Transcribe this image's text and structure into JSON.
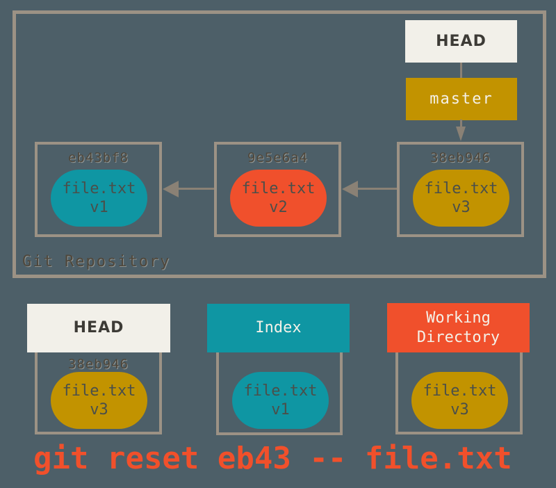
{
  "colors": {
    "background": "#4d5f68",
    "box_border": "#9c9285",
    "arrow_line": "#8a8175",
    "teal": "#0f96a3",
    "orange_red": "#f0502c",
    "gold": "#c29300",
    "off_white": "#f2f0e9",
    "hash_text": "#4f473b",
    "blob_text": "#4a4f4a",
    "command_text": "#f1502b"
  },
  "repo": {
    "label": "Git Repository",
    "head_label": "HEAD",
    "branch_label": "master",
    "commits": [
      {
        "hash": "eb43bf8",
        "file": "file.txt",
        "version": "v1",
        "blob_color": "teal"
      },
      {
        "hash": "9e5e6a4",
        "file": "file.txt",
        "version": "v2",
        "blob_color": "orange_red"
      },
      {
        "hash": "38eb946",
        "file": "file.txt",
        "version": "v3",
        "blob_color": "gold"
      }
    ]
  },
  "areas": [
    {
      "title": "HEAD",
      "hash": "38eb946",
      "file": "file.txt",
      "version": "v3",
      "blob_color": "gold",
      "header_color": "off_white"
    },
    {
      "title": "Index",
      "file": "file.txt",
      "version": "v1",
      "blob_color": "teal",
      "header_color": "teal"
    },
    {
      "title": "Working Directory",
      "file": "file.txt",
      "version": "v3",
      "blob_color": "gold",
      "header_color": "orange_red"
    }
  ],
  "command": {
    "text": "git reset eb43 -- file.txt"
  }
}
